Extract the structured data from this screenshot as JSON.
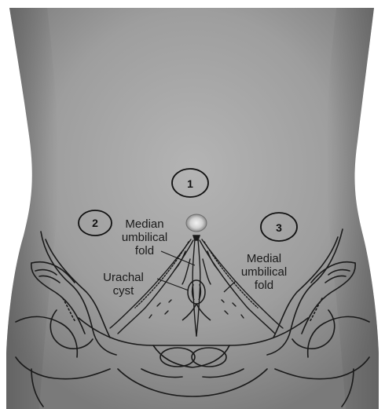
{
  "figure": {
    "background": "#ffffff",
    "torso_color": "#9c9c9c",
    "line_color": "#1a1a1a",
    "markers": [
      {
        "id": "1",
        "text": "1"
      },
      {
        "id": "2",
        "text": "2"
      },
      {
        "id": "3",
        "text": "3"
      }
    ],
    "labels": {
      "median_line1": "Median",
      "median_line2": "umbilical",
      "median_line3": "fold",
      "urachal_line1": "Urachal",
      "urachal_line2": "cyst",
      "medial_line1": "Medial",
      "medial_line2": "umbilical",
      "medial_line3": "fold"
    }
  }
}
